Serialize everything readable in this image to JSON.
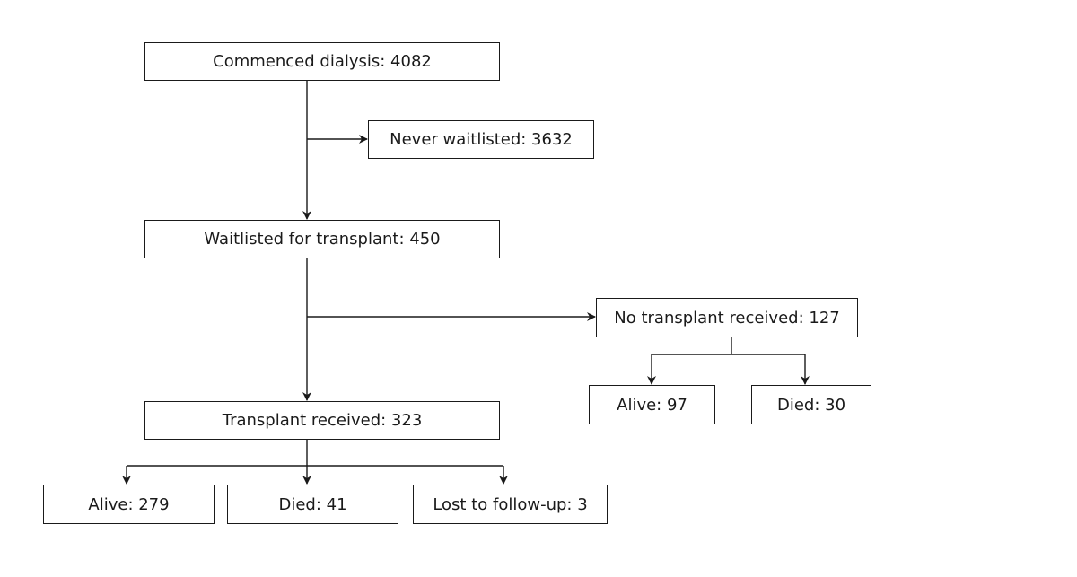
{
  "colors": {
    "line": "#1a1a1a",
    "box_border": "#1a1a1a",
    "box_fill": "#ffffff",
    "text": "#1a1a1a"
  },
  "boxes": {
    "commenced_dialysis": "Commenced dialysis: 4082",
    "never_waitlisted": "Never waitlisted: 3632",
    "waitlisted": "Waitlisted for transplant: 450",
    "no_transplant": "No transplant received: 127",
    "no_transplant_alive": "Alive: 97",
    "no_transplant_died": "Died: 30",
    "transplant_received": "Transplant received: 323",
    "transplant_alive": "Alive: 279",
    "transplant_died": "Died: 41",
    "lost_follow_up": "Lost to follow-up: 3"
  }
}
